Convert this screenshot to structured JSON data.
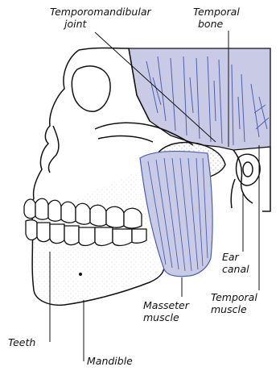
{
  "labels": {
    "tmj_line1": "Temporomandibular",
    "tmj_line2": "joint",
    "temporal_bone_line1": "Temporal",
    "temporal_bone_line2": "bone",
    "ear_canal_line1": "Ear",
    "ear_canal_line2": "canal",
    "temporal_muscle_line1": "Temporal",
    "temporal_muscle_line2": "muscle",
    "masseter_line1": "Masseter",
    "masseter_line2": "muscle",
    "teeth": "Teeth",
    "mandible": "Mandible"
  },
  "colors": {
    "muscle_fill": "#c9cbe6",
    "muscle_fiber": "#4a5fb0",
    "ink": "#111111"
  }
}
